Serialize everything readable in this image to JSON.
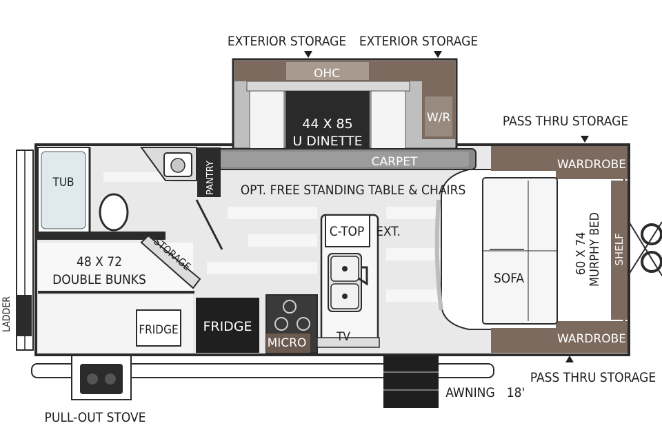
{
  "labels": {
    "exterior_storage_left": "EXTERIOR STORAGE",
    "exterior_storage_right": "EXTERIOR STORAGE",
    "ohc": "OHC",
    "dinette_size": "44 X 85",
    "dinette_name": "U DINETTE",
    "wr": "W/R",
    "pass_thru_storage_top": "PASS THRU STORAGE",
    "pass_thru_storage_bottom": "PASS THRU STORAGE",
    "wardrobe_top": "WARDROBE",
    "wardrobe_bottom": "WARDROBE",
    "tub": "TUB",
    "pantry": "PANTRY",
    "carpet": "CARPET",
    "table_chairs": "OPT. FREE STANDING TABLE & CHAIRS",
    "ctop": "C-TOP",
    "ext": "EXT.",
    "storage": "STORAGE",
    "bunks_size": "48 X 72",
    "bunks_name": "DOUBLE BUNKS",
    "sofa": "SOFA",
    "murphy_size": "60 X 74",
    "murphy_name": "MURPHY BED",
    "shelf": "SHELF",
    "ladder": "LADDER",
    "fridge_outdoor": "FRIDGE",
    "fridge": "FRIDGE",
    "micro": "MICRO",
    "tv": "TV",
    "awning": "AWNING",
    "awning_length": "18'",
    "pullout_stove": "PULL-OUT STOVE"
  },
  "colors": {
    "wall": "#2b2b2b",
    "floor": "#e6e6e6",
    "cabinet": "#7d6a5e",
    "cushion": "#f2f2f2",
    "dark_appliance": "#1f1f1f"
  }
}
